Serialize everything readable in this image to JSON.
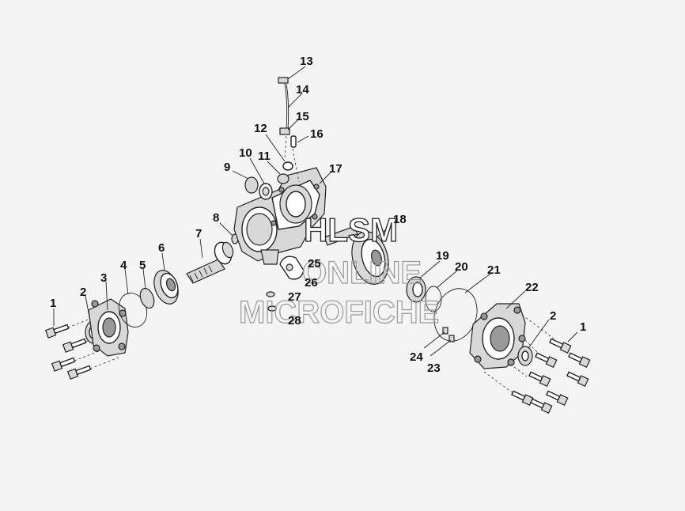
{
  "diagram": {
    "callouts": [
      {
        "id": "c1-left",
        "text": "1"
      },
      {
        "id": "c2-left",
        "text": "2"
      },
      {
        "id": "c3",
        "text": "3"
      },
      {
        "id": "c4",
        "text": "4"
      },
      {
        "id": "c5",
        "text": "5"
      },
      {
        "id": "c6",
        "text": "6"
      },
      {
        "id": "c7",
        "text": "7"
      },
      {
        "id": "c8",
        "text": "8"
      },
      {
        "id": "c9",
        "text": "9"
      },
      {
        "id": "c10",
        "text": "10"
      },
      {
        "id": "c11",
        "text": "11"
      },
      {
        "id": "c12",
        "text": "12"
      },
      {
        "id": "c13",
        "text": "13"
      },
      {
        "id": "c14",
        "text": "14"
      },
      {
        "id": "c15",
        "text": "15"
      },
      {
        "id": "c16",
        "text": "16"
      },
      {
        "id": "c17",
        "text": "17"
      },
      {
        "id": "c18",
        "text": "18"
      },
      {
        "id": "c19",
        "text": "19"
      },
      {
        "id": "c20",
        "text": "20"
      },
      {
        "id": "c21",
        "text": "21"
      },
      {
        "id": "c22",
        "text": "22"
      },
      {
        "id": "c2-right",
        "text": "2"
      },
      {
        "id": "c1-right",
        "text": "1"
      },
      {
        "id": "c23",
        "text": "23"
      },
      {
        "id": "c24",
        "text": "24"
      },
      {
        "id": "c25",
        "text": "25"
      },
      {
        "id": "c26",
        "text": "26"
      },
      {
        "id": "c27",
        "text": "27"
      },
      {
        "id": "c28",
        "text": "28"
      }
    ]
  },
  "watermark": {
    "line1": "HLSM",
    "line2": "ONLINE",
    "line3": "MICROFICHE"
  }
}
